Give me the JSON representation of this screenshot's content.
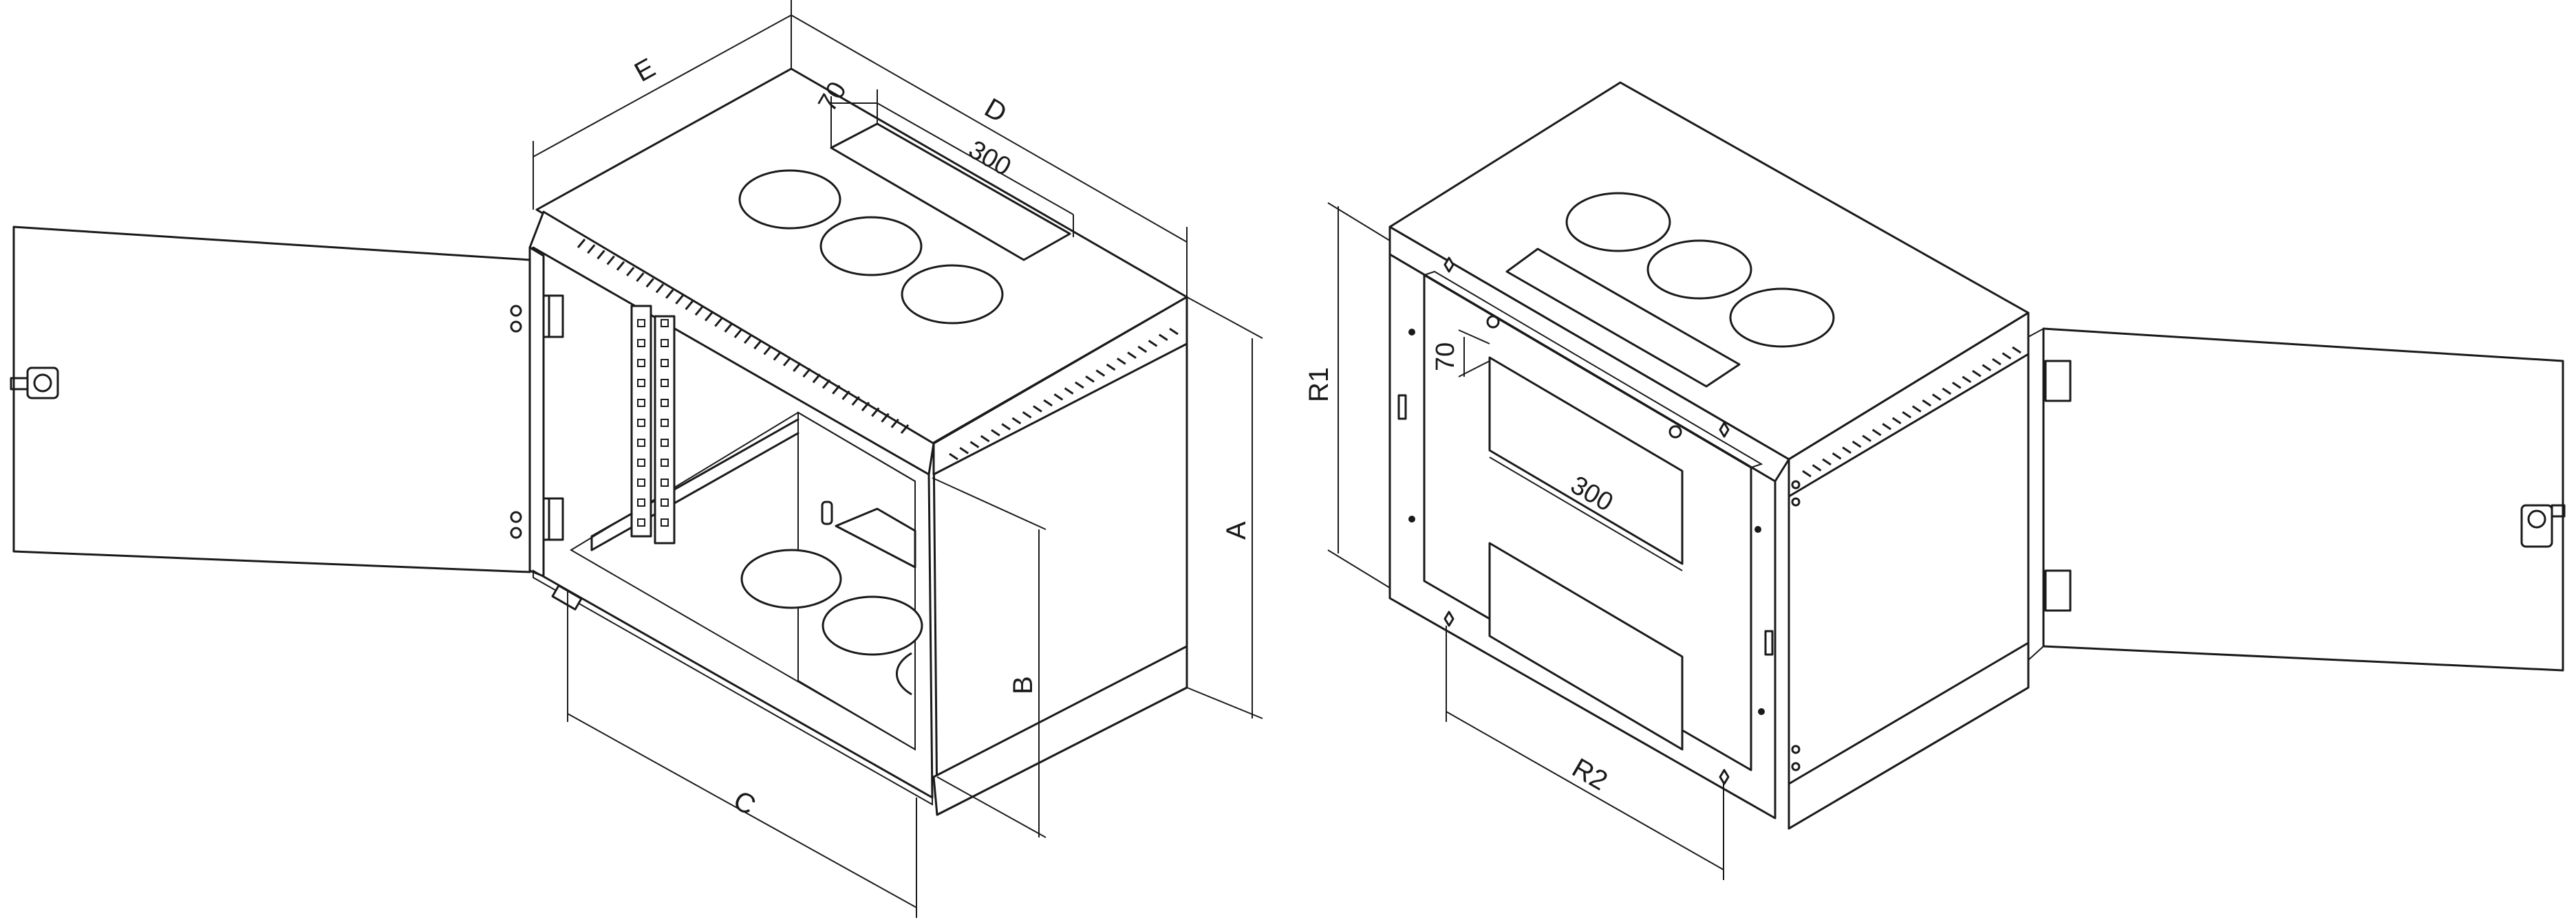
{
  "labels": {
    "E": "E",
    "D": "D",
    "dim_70_top": "70",
    "dim_300_top": "300",
    "A": "A",
    "B": "B",
    "C": "C",
    "R1": "R1",
    "dim_70_front": "70",
    "dim_300_front": "300",
    "R2": "R2"
  }
}
